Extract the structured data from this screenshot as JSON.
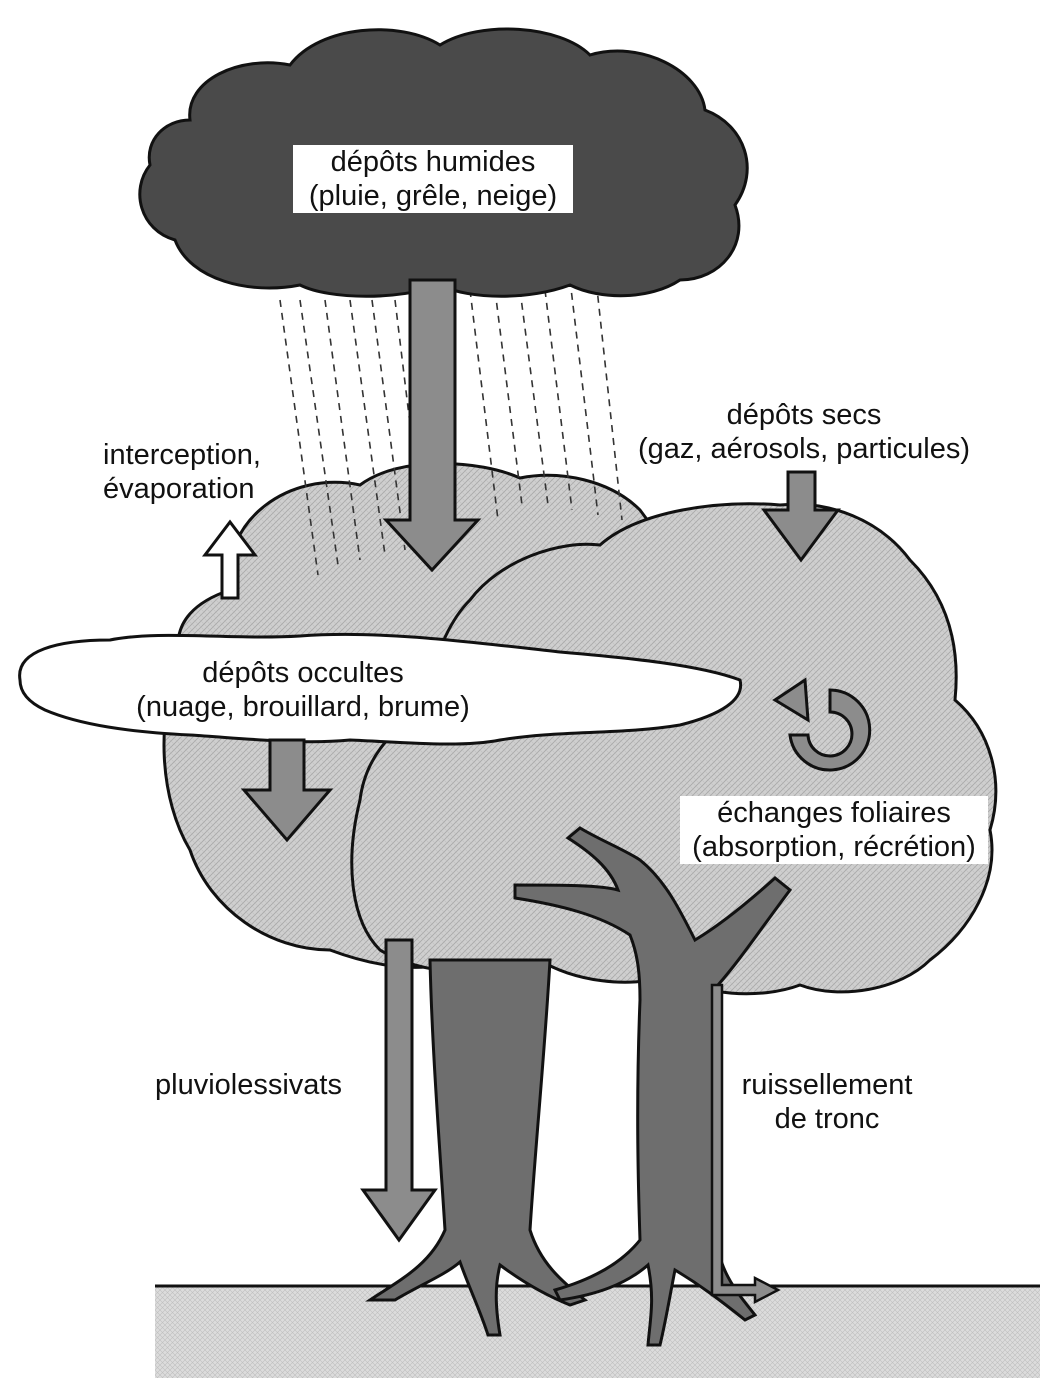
{
  "cloud": {
    "title": "dépôts humides",
    "subtitle": "(pluie, grêle, neige)"
  },
  "interception": {
    "line1": "interception,",
    "line2": "évaporation"
  },
  "dry": {
    "title": "dépôts secs",
    "subtitle": "(gaz, aérosols, particules)"
  },
  "fog": {
    "title": "dépôts occultes",
    "subtitle": "(nuage, brouillard, brume)"
  },
  "foliar": {
    "title": "échanges foliaires",
    "subtitle": "(absorption, récrétion)"
  },
  "throughfall": "pluviolessivats",
  "stemflow": {
    "line1": "ruissellement",
    "line2": "de tronc"
  },
  "colors": {
    "cloud": "#4a4a4a",
    "canopy": "#c9c9c9",
    "arrow": "#8c8c8c",
    "trunk": "#6e6e6e",
    "ground": "#d8d8d8"
  }
}
